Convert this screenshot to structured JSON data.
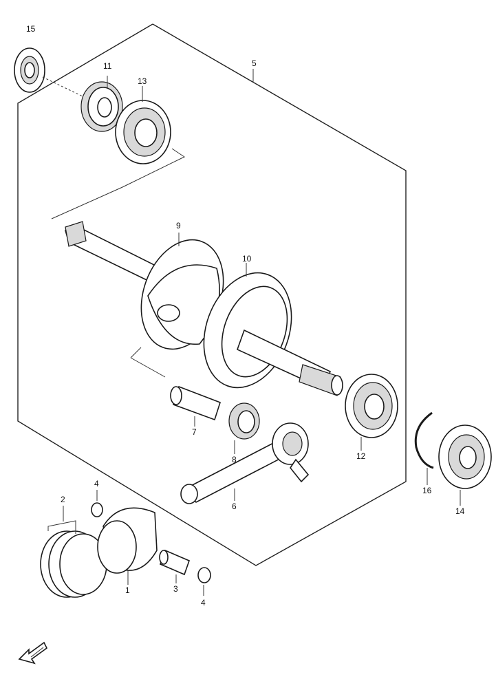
{
  "diagram": {
    "callouts": {
      "c1": "1",
      "c2": "2",
      "c3": "3",
      "c4a": "4",
      "c4b": "4",
      "c5": "5",
      "c6": "6",
      "c7": "7",
      "c8": "8",
      "c9": "9",
      "c10": "10",
      "c11": "11",
      "c12": "12",
      "c13": "13",
      "c14": "14",
      "c15": "15",
      "c16": "16"
    },
    "colors": {
      "line": "#1a1a1a",
      "shade": "#d9d9d9",
      "background": "#ffffff"
    },
    "icons": {
      "front_arrow": "front-direction-arrow-icon"
    }
  }
}
